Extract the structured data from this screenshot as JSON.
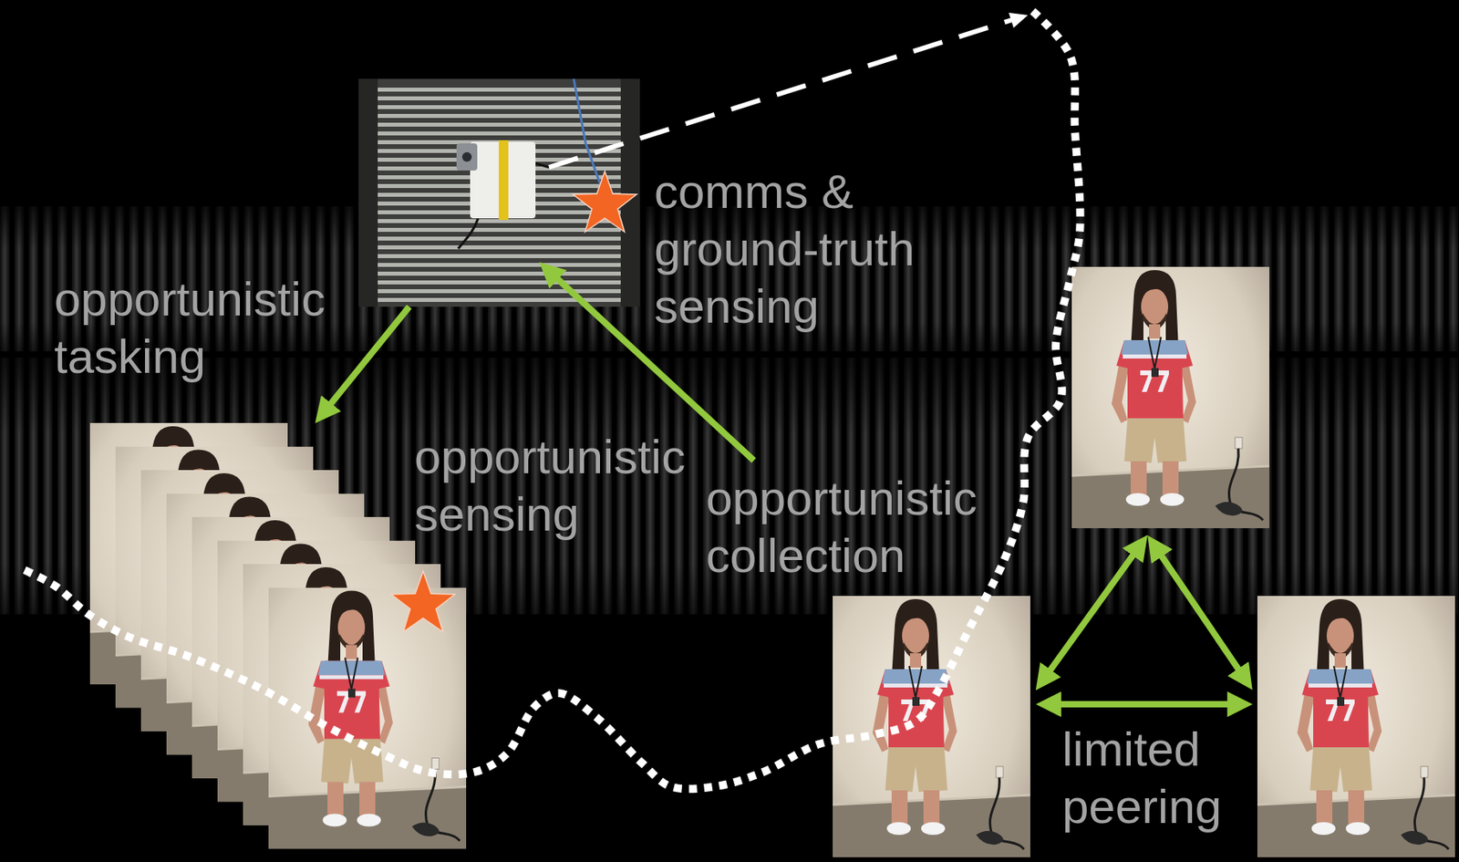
{
  "diagram": {
    "nodes": [
      {
        "text": [
          "comms & ground-truth sensing"
        ]
      },
      {
        "text": [
          "opportunistic sensing"
        ]
      }
    ],
    "edges": [
      {
        "from": 0,
        "to": 1,
        "arrow": "to",
        "label": "opportunistic tasking"
      }
    ],
    "labels": [
      "opportunistic collection",
      "limited peering"
    ]
  }
}
